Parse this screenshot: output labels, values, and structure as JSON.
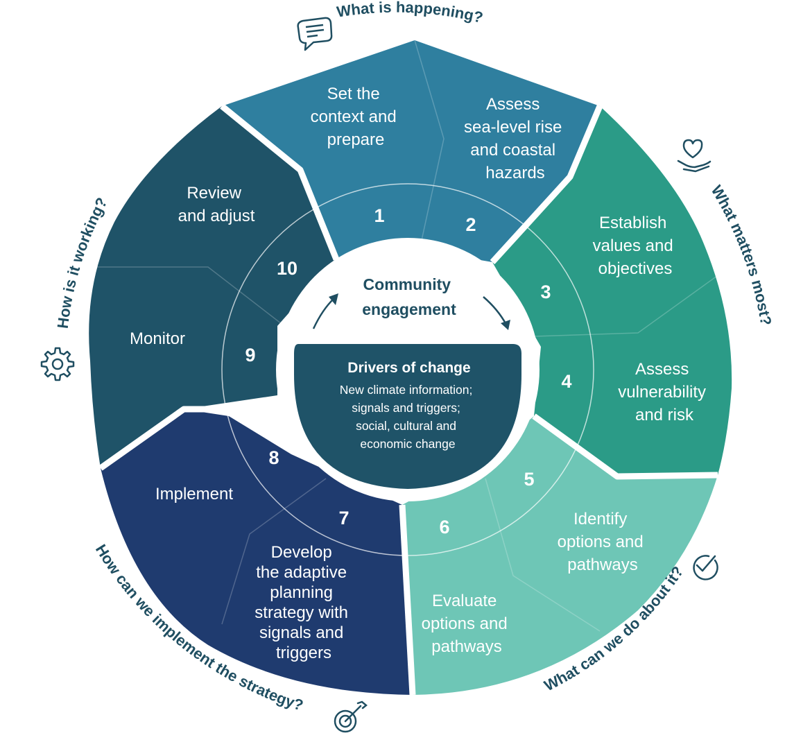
{
  "stages": [
    {
      "number": "1",
      "label": [
        "Set the",
        "context and",
        "prepare"
      ],
      "color": "#2f7f9f"
    },
    {
      "number": "2",
      "label": [
        "Assess",
        "sea-level rise",
        "and coastal",
        "hazards"
      ],
      "color": "#2f7f9f"
    },
    {
      "number": "3",
      "label": [
        "Establish",
        "values and",
        "objectives"
      ],
      "color": "#2b9b87"
    },
    {
      "number": "4",
      "label": [
        "Assess",
        "vulnerability",
        "and risk"
      ],
      "color": "#2b9b87"
    },
    {
      "number": "5",
      "label": [
        "Identify",
        "options and",
        "pathways"
      ],
      "color": "#6ec6b6"
    },
    {
      "number": "6",
      "label": [
        "Evaluate",
        "options and",
        "pathways"
      ],
      "color": "#6ec6b6"
    },
    {
      "number": "7",
      "label": [
        "Develop",
        "the adaptive",
        "planning",
        "strategy with",
        "signals and",
        "triggers"
      ],
      "color": "#1f3b6f"
    },
    {
      "number": "8",
      "label": [
        "Implement"
      ],
      "color": "#1f3b6f"
    },
    {
      "number": "9",
      "label": [
        "Monitor"
      ],
      "color": "#1f5368"
    },
    {
      "number": "10",
      "label": [
        "Review",
        "and adjust"
      ],
      "color": "#1f5368"
    }
  ],
  "questions": {
    "q1": "What is happening?",
    "q2": "What matters most?",
    "q3": "What can we do about it?",
    "q4": "How can we implement the strategy?",
    "q5": "How is it working?"
  },
  "center": {
    "engagement": [
      "Community",
      "engagement"
    ],
    "drivers_title": "Drivers of change",
    "drivers_lines": [
      "New climate information;",
      "signals and triggers;",
      "social, cultural and",
      "economic change"
    ]
  },
  "icons": [
    "speech-bubble-icon",
    "heart-hand-icon",
    "checkmark-circle-icon",
    "target-arrow-icon",
    "gear-icon"
  ],
  "colors": {
    "dark_teal": "#1f5368",
    "mid_blue": "#2f7f9f",
    "green": "#2b9b87",
    "light_green": "#6ec6b6",
    "navy": "#1f3b6f",
    "text": "#1f4e61"
  }
}
